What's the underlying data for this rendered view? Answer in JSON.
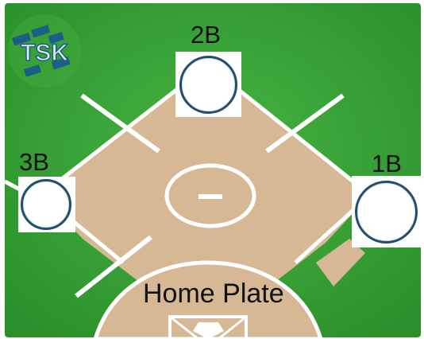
{
  "bases": {
    "second": {
      "label": "2B"
    },
    "third": {
      "label": "3B"
    },
    "first": {
      "label": "1B"
    },
    "home": {
      "label": "Home Plate"
    }
  },
  "logo": {
    "text": "TSK"
  },
  "colors": {
    "grass": "#2f9a2e",
    "grass_light": "#4fb84a",
    "dirt": "#d6b894",
    "chalk": "#ffffff",
    "circle_outline": "#1f4f6b"
  }
}
